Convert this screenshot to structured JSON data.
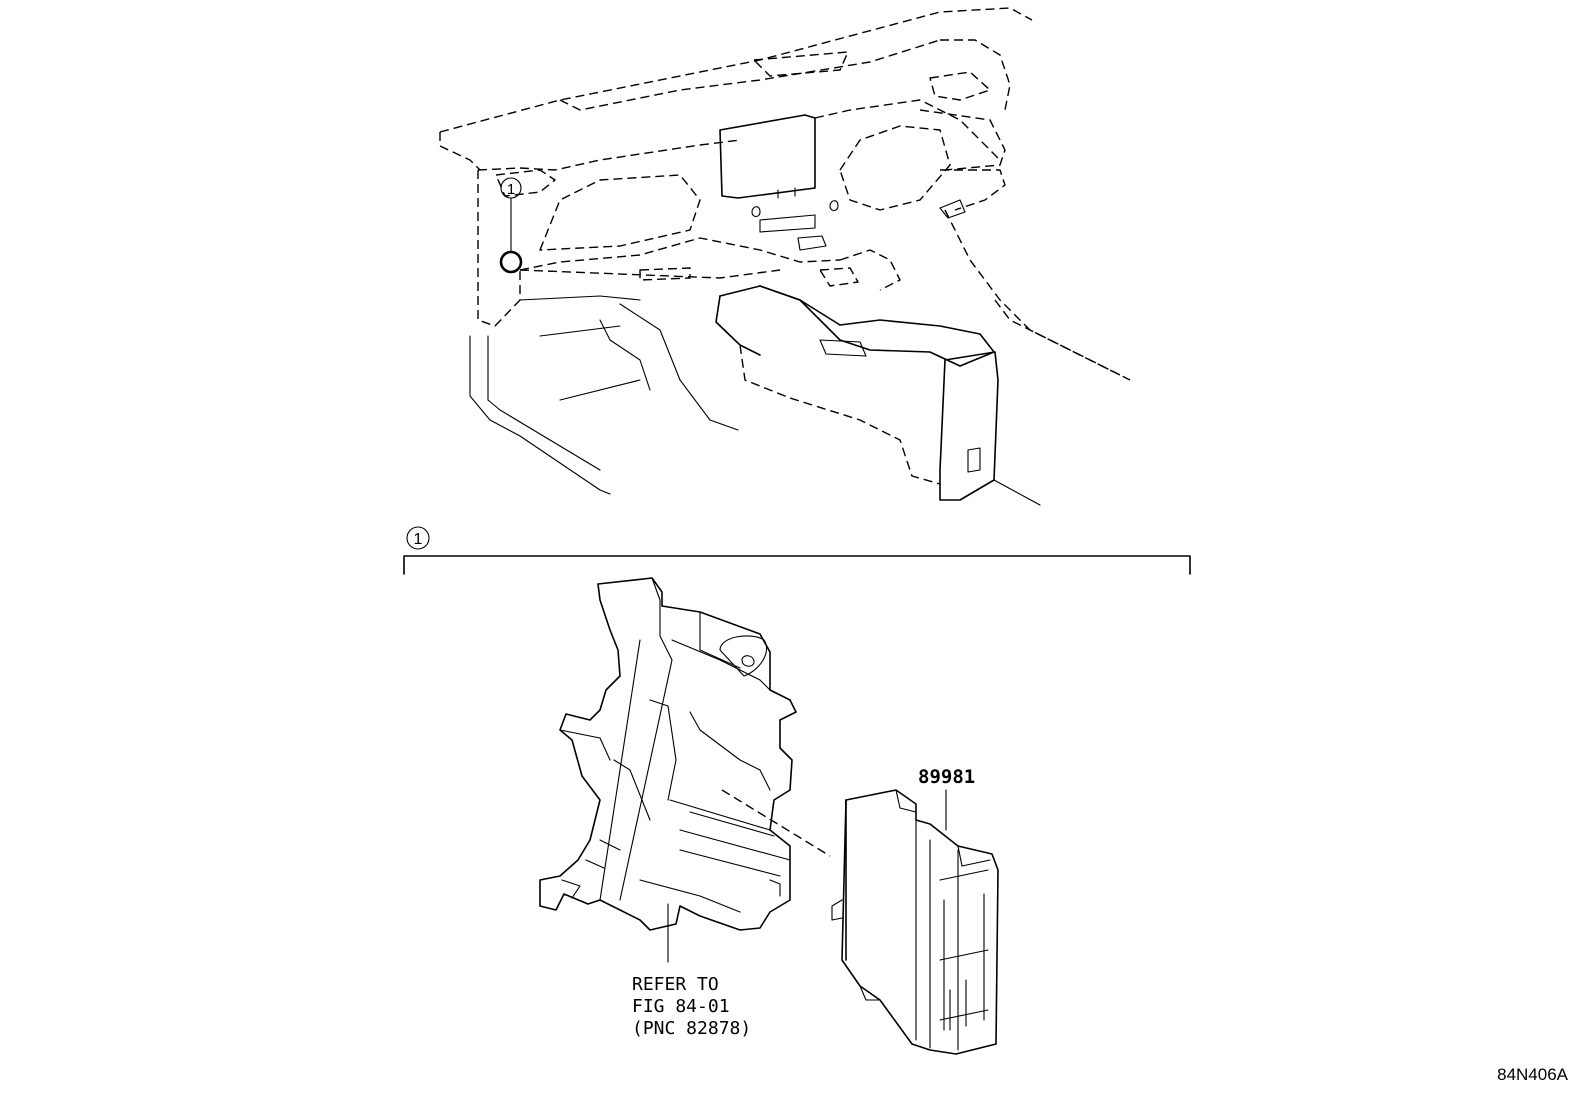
{
  "callouts": {
    "location_marker": "1",
    "group_marker": "1"
  },
  "parts": {
    "ecu_part_number": "89981"
  },
  "reference_note": {
    "line1": "REFER TO",
    "line2": "FIG 84-01",
    "line3": "(PNC 82878)"
  },
  "illustration_code": "84N406A",
  "icons": {
    "dashboard": "vehicle-dashboard-icon",
    "bracket": "mounting-bracket-icon",
    "ecu": "control-module-icon"
  }
}
